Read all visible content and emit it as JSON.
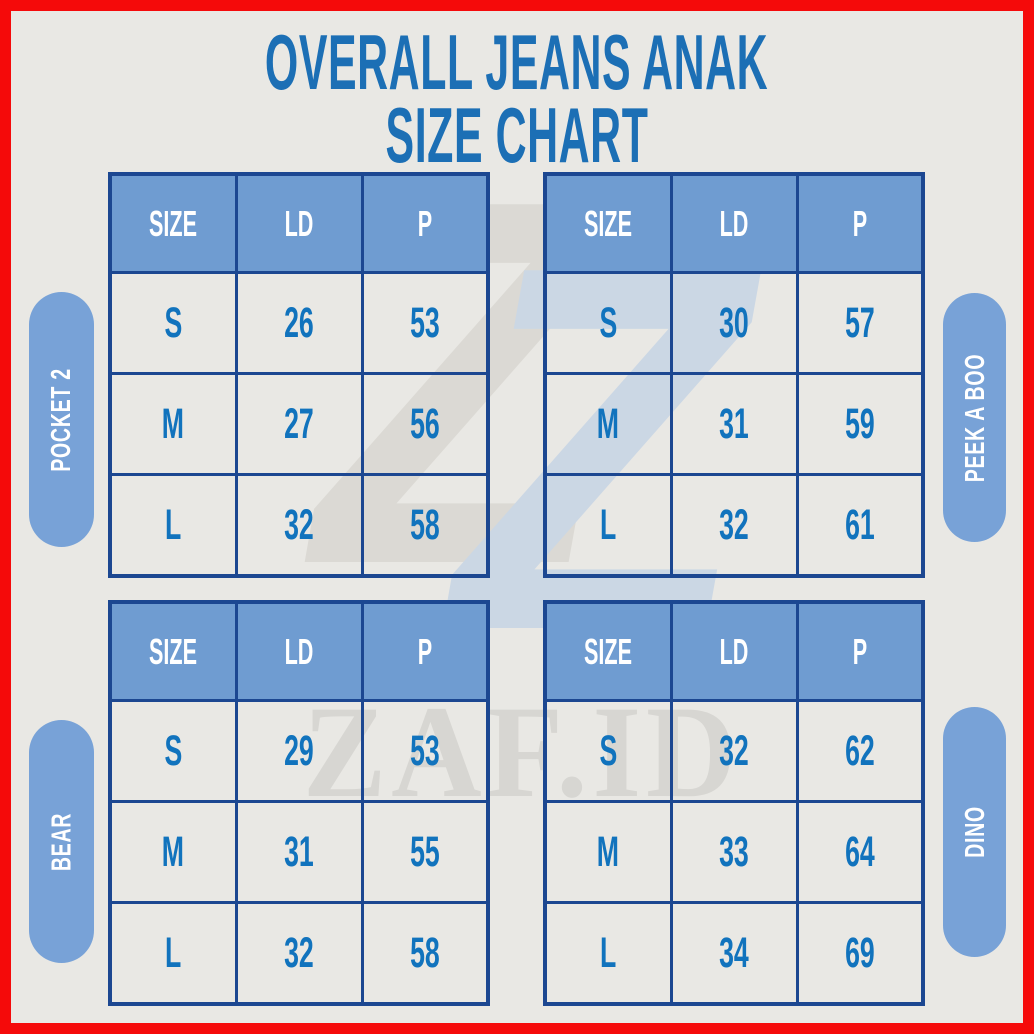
{
  "page": {
    "title_line1": "OVERALL JEANS ANAK",
    "title_line2": "SIZE CHART"
  },
  "watermark": {
    "monogram": "Z",
    "brand": "ZAF.ID"
  },
  "colors": {
    "background": "#e9e8e4",
    "frame_red": "#f50a0a",
    "header_blue": "#6f9cd1",
    "pill_blue": "#78a2d7",
    "border_blue": "#1c4791",
    "text_blue": "#1173bd",
    "title_blue": "#1c6fb5",
    "watermark_gray": "#dbd9d4",
    "watermark_light_blue": "#cbd7e4"
  },
  "tables": [
    {
      "label": "POCKET 2",
      "side": "left",
      "headers": [
        "SIZE",
        "LD",
        "P"
      ],
      "rows": [
        [
          "S",
          "26",
          "53"
        ],
        [
          "M",
          "27",
          "56"
        ],
        [
          "L",
          "32",
          "58"
        ]
      ]
    },
    {
      "label": "PEEK A BOO",
      "side": "right",
      "headers": [
        "SIZE",
        "LD",
        "P"
      ],
      "rows": [
        [
          "S",
          "30",
          "57"
        ],
        [
          "M",
          "31",
          "59"
        ],
        [
          "L",
          "32",
          "61"
        ]
      ]
    },
    {
      "label": "BEAR",
      "side": "left",
      "headers": [
        "SIZE",
        "LD",
        "P"
      ],
      "rows": [
        [
          "S",
          "29",
          "53"
        ],
        [
          "M",
          "31",
          "55"
        ],
        [
          "L",
          "32",
          "58"
        ]
      ]
    },
    {
      "label": "DINO",
      "side": "right",
      "headers": [
        "SIZE",
        "LD",
        "P"
      ],
      "rows": [
        [
          "S",
          "32",
          "62"
        ],
        [
          "M",
          "33",
          "64"
        ],
        [
          "L",
          "34",
          "69"
        ]
      ]
    }
  ]
}
